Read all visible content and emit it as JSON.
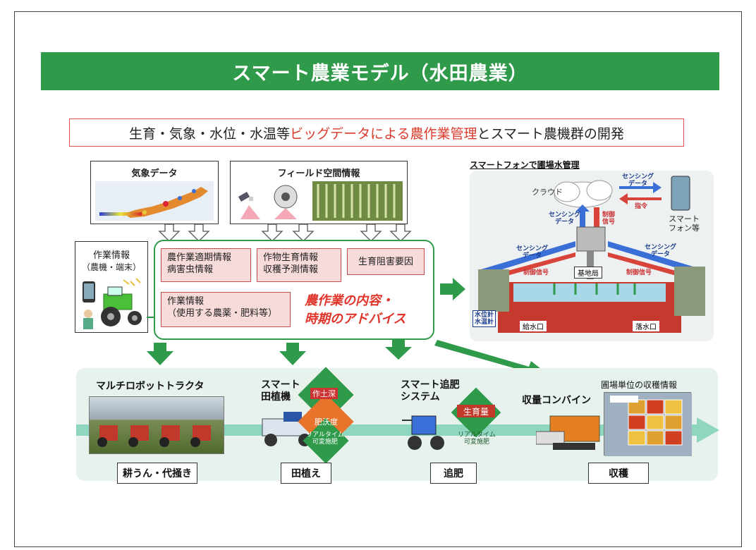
{
  "title": "スマート農業モデル（水田農業）",
  "subtitle": {
    "part1": "生育・気象・水位・水温等",
    "part2_red": "ビッグデータによる農作業管理",
    "part3": "とスマート農機群の開発"
  },
  "weather_box": {
    "label": "気象データ"
  },
  "field_box": {
    "label": "フィールド空間情報"
  },
  "work_info": {
    "line1": "作業情報",
    "line2": "（農機・端末）"
  },
  "pink_boxes": {
    "a_line1": "農作業適期情報",
    "a_line2": "病害虫情報",
    "b_line1": "作物生育情報",
    "b_line2": "収穫予測情報",
    "c_line1": "生育阻害要因",
    "d_line1": "作業情報",
    "d_line2": "（使用する農薬・肥料等）"
  },
  "advice": {
    "line1": "農作業の内容・",
    "line2": "時期のアドバイス"
  },
  "water_panel": {
    "title": "スマートフォンで圃場水管理",
    "cloud": "クラウド",
    "sensing1": "センシング",
    "sensing2": "データ",
    "command": "指令",
    "control1": "制御",
    "control2": "信号",
    "control_signal": "制御信号",
    "smartphone1": "スマート",
    "smartphone2": "フォン等",
    "base": "基地局",
    "meter1": "水位計",
    "meter2": "水温計",
    "inlet": "給水口",
    "outlet": "落水口"
  },
  "stages": {
    "robot_title": "マルチロボットトラクタ",
    "planter_title1": "スマート",
    "planter_title2": "田植機",
    "fert_title1": "スマート追肥",
    "fert_title2": "システム",
    "combine_title": "収量コンバイン",
    "yield_title": "圃場単位の収穫情報",
    "diamond1": "作土深",
    "diamond2": "肥沃度",
    "diamond3": "リアルタイム",
    "diamond4": "可変施肥",
    "diamond_growth": "生育量",
    "diamond5": "リアルタイム",
    "diamond6": "可変施肥",
    "stage1": "耕うん・代掻き",
    "stage2": "田植え",
    "stage3": "追肥",
    "stage4": "収穫"
  },
  "colors": {
    "green": "#2e9a4a",
    "red": "#d93a2b",
    "pink": "#f7dada"
  }
}
